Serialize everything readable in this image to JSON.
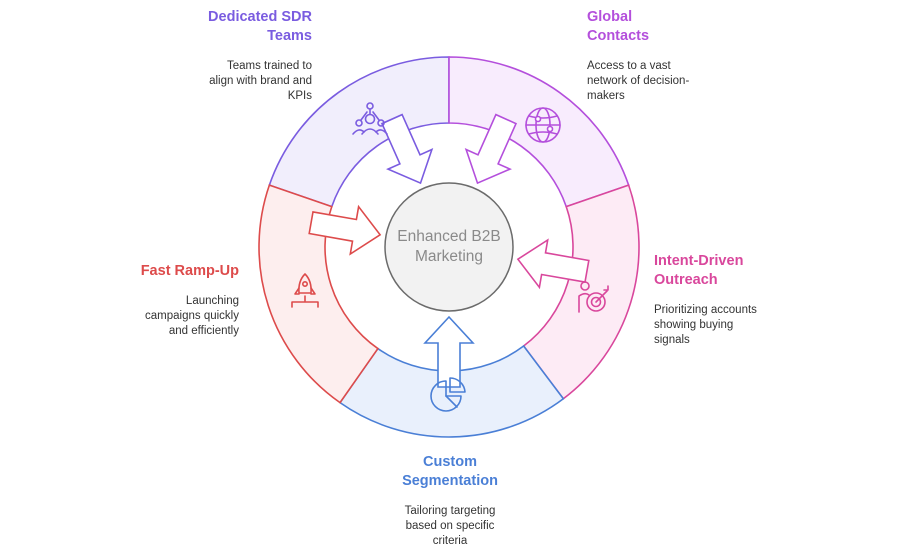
{
  "center": {
    "lines": [
      "Enhanced B2B",
      "Marketing"
    ],
    "fill": "#f2f2f2",
    "stroke": "#6b6b6b",
    "text_color": "#8a8a8a"
  },
  "segments": [
    {
      "id": "sdr",
      "title": "Dedicated SDR\nTeams",
      "description": "Teams trained to\nalign with brand and\nKPIs",
      "color": "#7a5ce0",
      "fill": "#f1eefc",
      "icon": "team-network-icon"
    },
    {
      "id": "global",
      "title": "Global\nContacts",
      "description": "Access to a vast\nnetwork of decision-\nmakers",
      "color": "#b44fdc",
      "fill": "#f8ecfd",
      "icon": "globe-network-icon"
    },
    {
      "id": "intent",
      "title": "Intent-Driven\nOutreach",
      "description": "Prioritizing accounts\nshowing buying\nsignals",
      "color": "#d9479c",
      "fill": "#fdebf5",
      "icon": "person-target-icon"
    },
    {
      "id": "segmentation",
      "title": "Custom\nSegmentation",
      "description": "Tailoring targeting\nbased on specific\ncriteria",
      "color": "#4a7fd6",
      "fill": "#e9f0fc",
      "icon": "pie-chart-icon"
    },
    {
      "id": "rampup",
      "title": "Fast Ramp-Up",
      "description": "Launching\ncampaigns quickly\nand efficiently",
      "color": "#dd4b4b",
      "fill": "#fdeeee",
      "icon": "rocket-launch-icon"
    }
  ]
}
